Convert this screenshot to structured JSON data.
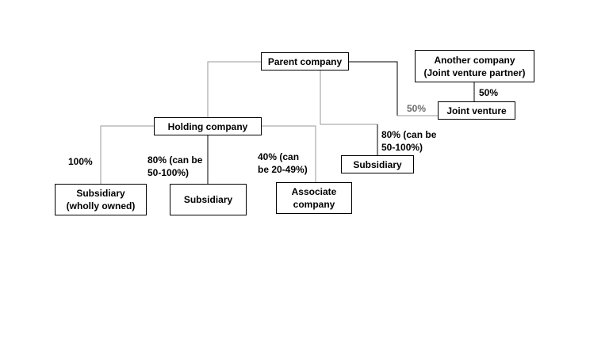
{
  "nodes": {
    "parent": "Parent company",
    "another": {
      "line1": "Another company",
      "line2": "(Joint venture partner)"
    },
    "joint_venture": "Joint venture",
    "holding": "Holding company",
    "subsidiary_jv": "Subsidiary",
    "subsidiary_wholly": {
      "line1": "Subsidiary",
      "line2": "(wholly owned)"
    },
    "subsidiary_mid": "Subsidiary",
    "associate": {
      "line1": "Associate",
      "line2": "company"
    }
  },
  "percentages": {
    "jv_partner": "50%",
    "jv_parent": "50%",
    "sub_parent": {
      "line1": "80% (can be",
      "line2": "50-100%)"
    },
    "wholly": "100%",
    "sub_holding": {
      "line1": "80% (can be",
      "line2": "50-100%)"
    },
    "associate": {
      "line1": "40% (can",
      "line2": "be 20-49%)"
    }
  }
}
